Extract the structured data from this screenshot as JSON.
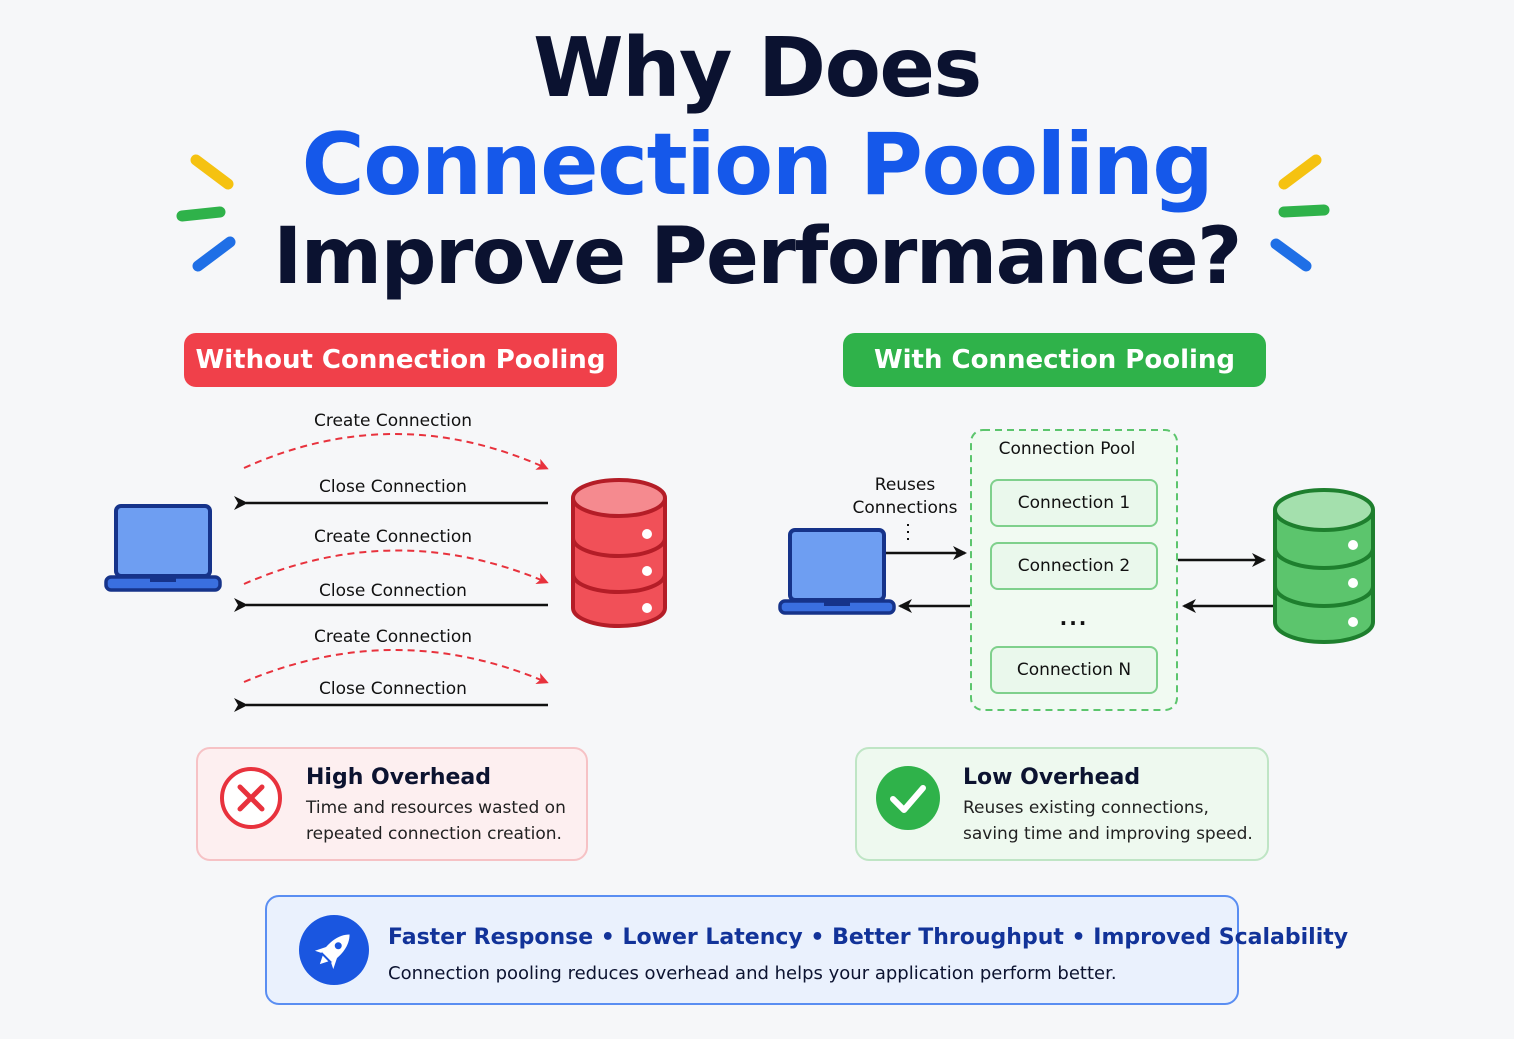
{
  "title": {
    "line1": "Why Does",
    "line2": "Connection Pooling",
    "line3": "Improve Performance?"
  },
  "colors": {
    "accent_blue": "#1558ea",
    "red": "#f0404a",
    "green": "#2fb24a",
    "navy": "#0b1230"
  },
  "left": {
    "heading": "Without Connection Pooling",
    "steps": [
      {
        "create": "Create Connection",
        "close": "Close Connection"
      },
      {
        "create": "Create Connection",
        "close": "Close Connection"
      },
      {
        "create": "Create Connection",
        "close": "Close Connection"
      }
    ],
    "card": {
      "title": "High Overhead",
      "line1": "Time and resources wasted on",
      "line2": "repeated connection creation."
    }
  },
  "right": {
    "heading": "With Connection Pooling",
    "reuse_label_1": "Reuses",
    "reuse_label_2": "Connections",
    "pool_title": "Connection Pool",
    "connections": [
      "Connection 1",
      "Connection 2",
      "Connection N"
    ],
    "ellipsis": "...",
    "card": {
      "title": "Low Overhead",
      "line1": "Reuses existing connections,",
      "line2": "saving time and improving speed."
    }
  },
  "banner": {
    "headline": "Faster Response • Lower Latency • Better Throughput • Improved Scalability",
    "subline": "Connection pooling reduces overhead and helps your application perform better."
  }
}
